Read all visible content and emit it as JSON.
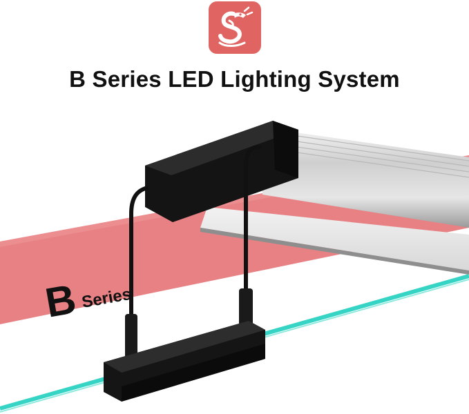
{
  "brand": {
    "logo_icon": "dragon-logo-icon",
    "logo_color": "#e06462"
  },
  "headline": "B Series LED Lighting System",
  "banner": {
    "letter": "B",
    "text": "Series",
    "color": "#e88184"
  },
  "colors": {
    "housing": "#1a1a1a",
    "aluminum": "#c9c9c9",
    "glass": "#35d4c4"
  }
}
